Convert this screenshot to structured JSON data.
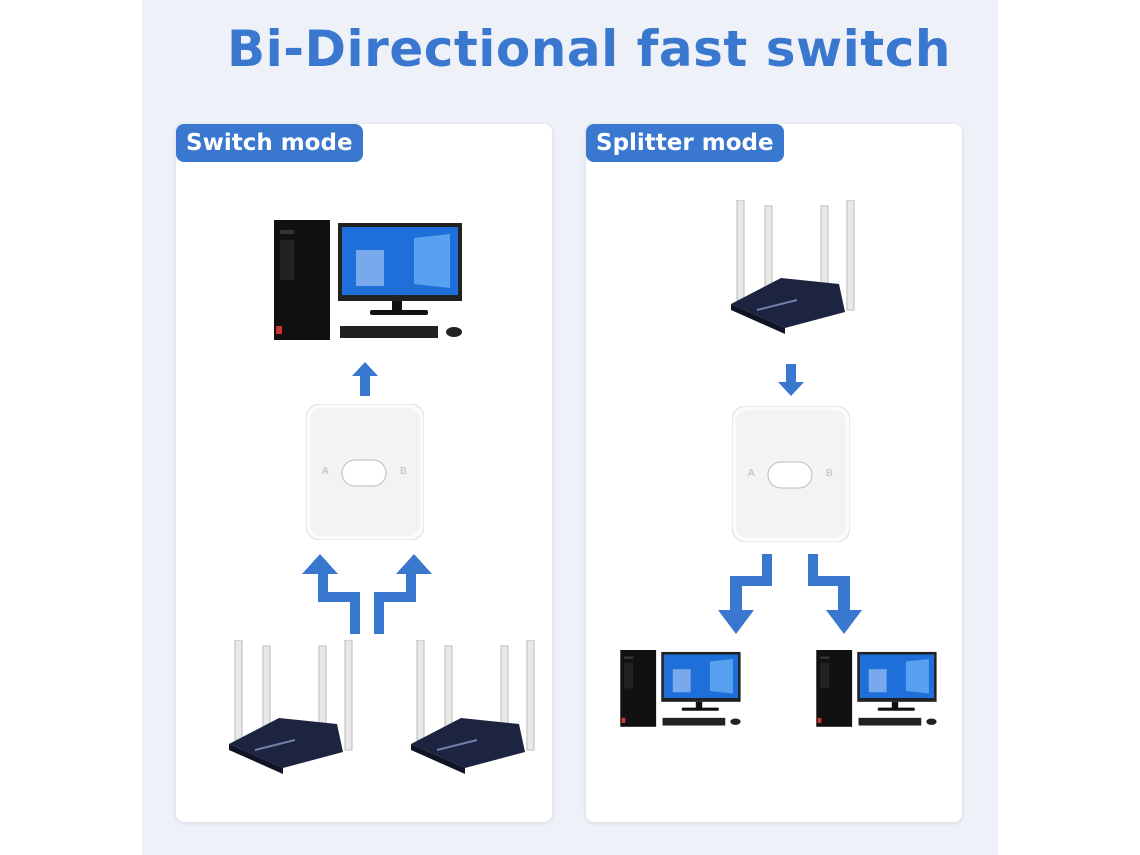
{
  "title": "Bi-Directional fast switch",
  "panels": {
    "left": {
      "label": "Switch mode"
    },
    "right": {
      "label": "Splitter mode"
    }
  },
  "device": {
    "a_label": "A",
    "b_label": "B"
  },
  "colors": {
    "accent": "#3a78d0",
    "background": "#eef2f8",
    "panel": "#ffffff"
  }
}
